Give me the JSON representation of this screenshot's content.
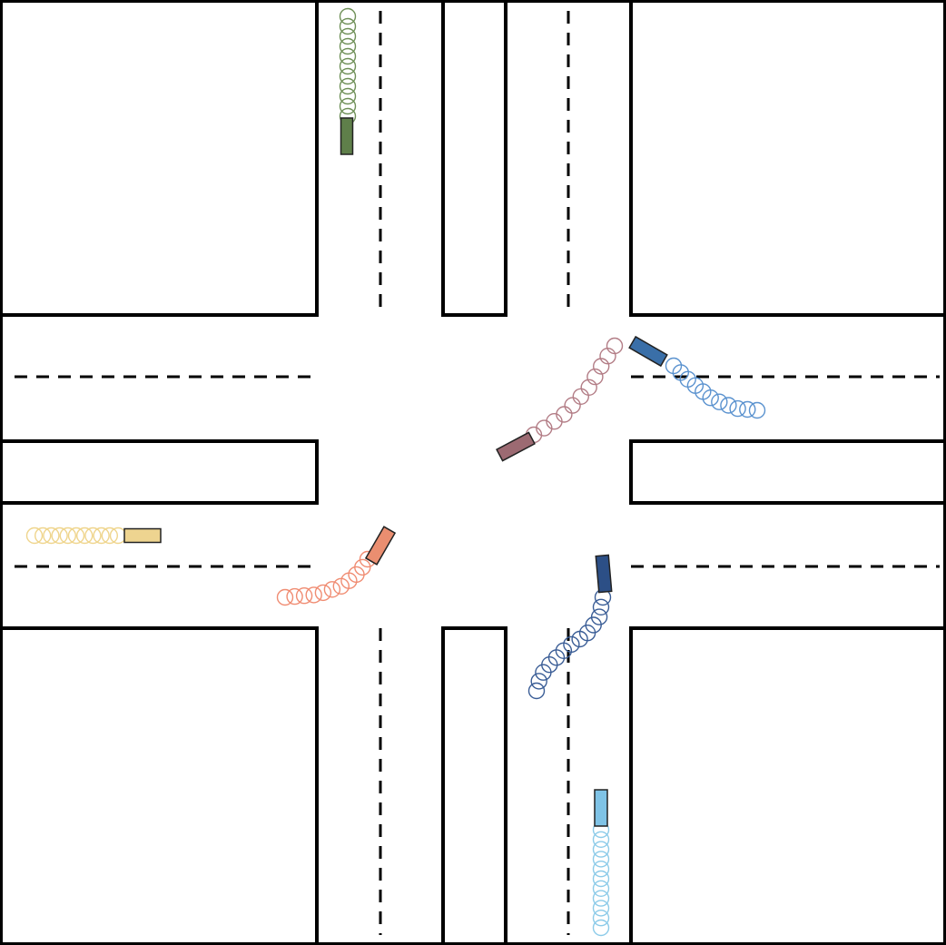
{
  "scene": {
    "background": "#ffffff",
    "curb_color": "#000000",
    "lane_marking_color": "#000000"
  },
  "vehicles": [
    {
      "id": "green-car",
      "color": "#5f7f4a",
      "trail_color": "#6f9058",
      "heading": "southbound",
      "maneuver": "straight"
    },
    {
      "id": "steelblue-car",
      "color": "#3a6fa8",
      "trail_color": "#5a92cf",
      "heading": "westbound",
      "maneuver": "turning"
    },
    {
      "id": "mauve-car",
      "color": "#9c6a72",
      "trail_color": "#b37d86",
      "heading": "southwest",
      "maneuver": "turning"
    },
    {
      "id": "yellow-car",
      "color": "#eed490",
      "trail_color": "#efd58d",
      "heading": "eastbound",
      "maneuver": "straight"
    },
    {
      "id": "salmon-car",
      "color": "#ea8e70",
      "trail_color": "#f08c72",
      "heading": "northeast",
      "maneuver": "turning"
    },
    {
      "id": "navy-car",
      "color": "#2c4f86",
      "trail_color": "#3a5d96",
      "heading": "northbound",
      "maneuver": "turning"
    },
    {
      "id": "lightblue-car",
      "color": "#7fc3e6",
      "trail_color": "#8ccbe9",
      "heading": "northbound",
      "maneuver": "straight"
    }
  ]
}
